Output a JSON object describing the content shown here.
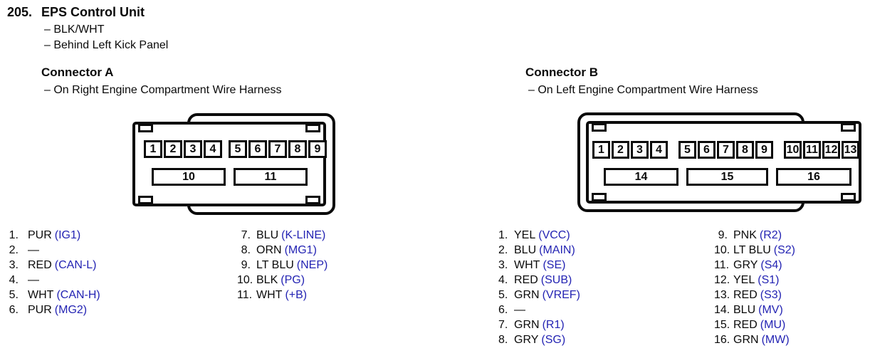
{
  "header": {
    "index": "205.",
    "title": "EPS Control Unit",
    "notes": [
      "– BLK/WHT",
      "– Behind Left Kick Panel"
    ]
  },
  "colors": {
    "signal": "#2323b3",
    "ink": "#0a0a0a"
  },
  "connector_a": {
    "name": "Connector A",
    "location": "– On Right Engine Compartment Wire Harness",
    "top_groups": [
      [
        "1",
        "2",
        "3",
        "4"
      ],
      [
        "5",
        "6",
        "7",
        "8",
        "9"
      ]
    ],
    "bottom_pins": [
      "10",
      "11"
    ],
    "list_left": [
      {
        "n": "1.",
        "wire": "PUR",
        "signal": "(IG1)"
      },
      {
        "n": "2.",
        "wire": "—",
        "signal": ""
      },
      {
        "n": "3.",
        "wire": "RED",
        "signal": "(CAN-L)"
      },
      {
        "n": "4.",
        "wire": "—",
        "signal": ""
      },
      {
        "n": "5.",
        "wire": "WHT",
        "signal": "(CAN-H)"
      },
      {
        "n": "6.",
        "wire": "PUR",
        "signal": "(MG2)"
      }
    ],
    "list_right": [
      {
        "n": "7.",
        "wire": "BLU",
        "signal": "(K-LINE)"
      },
      {
        "n": "8.",
        "wire": "ORN",
        "signal": "(MG1)"
      },
      {
        "n": "9.",
        "wire": "LT BLU",
        "signal": "(NEP)"
      },
      {
        "n": "10.",
        "wire": "BLK",
        "signal": "(PG)"
      },
      {
        "n": "11.",
        "wire": "WHT",
        "signal": "(+B)"
      }
    ]
  },
  "connector_b": {
    "name": "Connector B",
    "location": "– On Left Engine Compartment Wire Harness",
    "top_groups": [
      [
        "1",
        "2",
        "3",
        "4"
      ],
      [
        "5",
        "6",
        "7",
        "8",
        "9"
      ],
      [
        "10",
        "11",
        "12",
        "13"
      ]
    ],
    "bottom_pins": [
      "14",
      "15",
      "16"
    ],
    "list_left": [
      {
        "n": "1.",
        "wire": "YEL",
        "signal": "(VCC)"
      },
      {
        "n": "2.",
        "wire": "BLU",
        "signal": "(MAIN)"
      },
      {
        "n": "3.",
        "wire": "WHT",
        "signal": "(SE)"
      },
      {
        "n": "4.",
        "wire": "RED",
        "signal": "(SUB)"
      },
      {
        "n": "5.",
        "wire": "GRN",
        "signal": "(VREF)"
      },
      {
        "n": "6.",
        "wire": "—",
        "signal": ""
      },
      {
        "n": "7.",
        "wire": "GRN",
        "signal": "(R1)"
      },
      {
        "n": "8.",
        "wire": "GRY",
        "signal": "(SG)"
      }
    ],
    "list_right": [
      {
        "n": "9.",
        "wire": "PNK",
        "signal": "(R2)"
      },
      {
        "n": "10.",
        "wire": "LT BLU",
        "signal": "(S2)"
      },
      {
        "n": "11.",
        "wire": "GRY",
        "signal": "(S4)"
      },
      {
        "n": "12.",
        "wire": "YEL",
        "signal": "(S1)"
      },
      {
        "n": "13.",
        "wire": "RED",
        "signal": "(S3)"
      },
      {
        "n": "14.",
        "wire": "BLU",
        "signal": "(MV)"
      },
      {
        "n": "15.",
        "wire": "RED",
        "signal": "(MU)"
      },
      {
        "n": "16.",
        "wire": "GRN",
        "signal": "(MW)"
      }
    ]
  }
}
